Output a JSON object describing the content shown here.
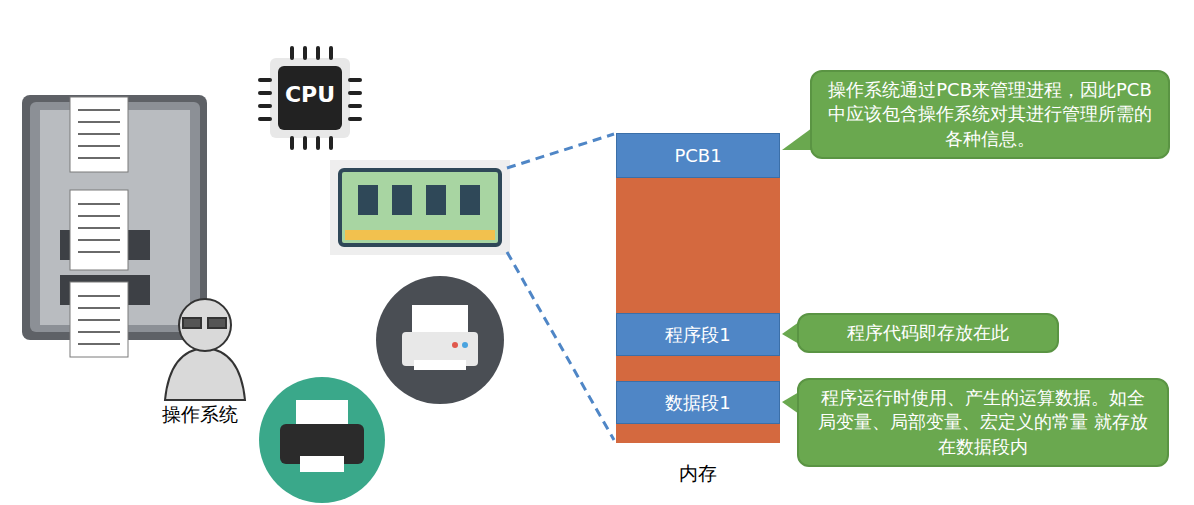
{
  "diagram": {
    "nodes": [
      {
        "text": [
          "内存"
        ]
      },
      {
        "text": [
          "PCB1"
        ],
        "in": 0
      },
      {
        "text": [
          "程序段1"
        ],
        "in": 0
      },
      {
        "text": [
          "数据段1"
        ],
        "in": 0
      },
      {
        "text": [
          "操作系统通过PCB来管理进程，因此PCB中应该包含操作系统对其进行管理所需的各种信息。"
        ]
      },
      {
        "text": [
          "程序代码即存放在此"
        ]
      },
      {
        "text": [
          "程序运行时使用、产生的运算数据。如全局变量、局部变量、宏定义的常量 就存放在数据段内"
        ]
      }
    ],
    "labels": [
      "CPU",
      "操作系统"
    ]
  }
}
